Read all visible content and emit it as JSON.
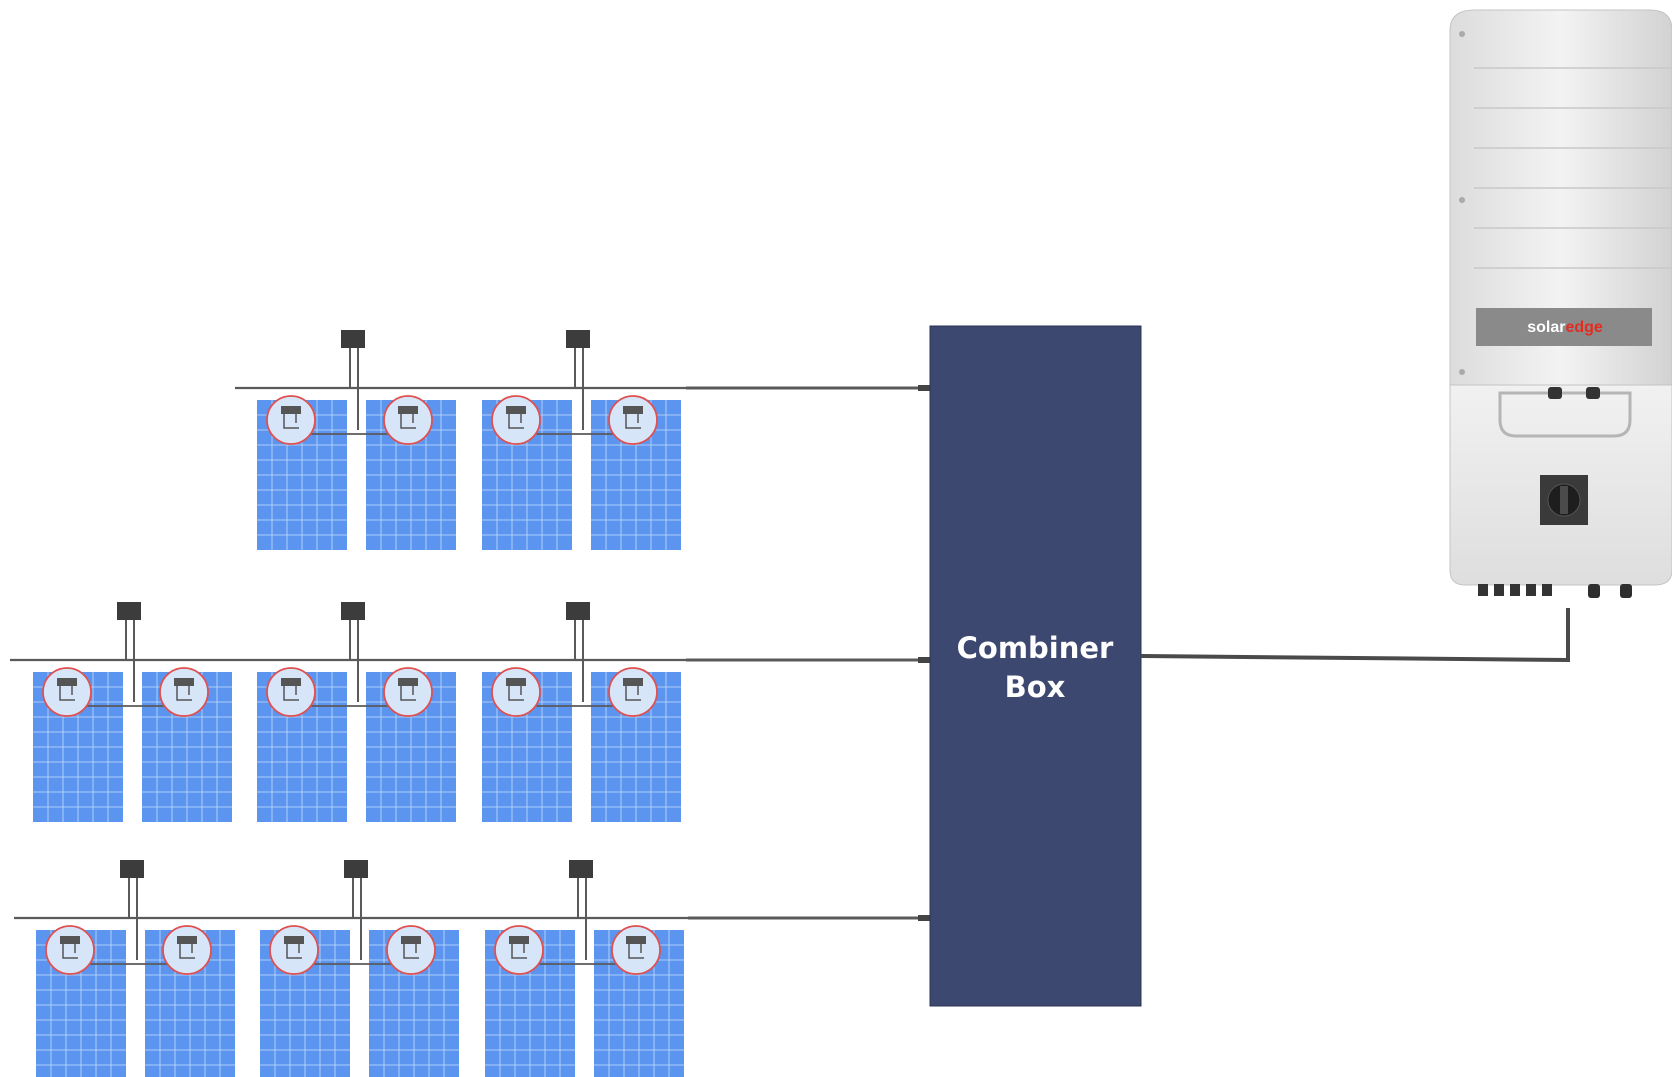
{
  "combiner_box": {
    "line1": "Combiner",
    "line2": "Box",
    "fill": "#3d4871"
  },
  "inverter": {
    "brand_part1": "solar",
    "brand_part2": "edge",
    "brand_accent": "#e32b20"
  },
  "colors": {
    "panel": "#5b95ef",
    "panel_grid": "#c9dcfb",
    "optimizer_ring": "#e05050",
    "optimizer_fill": "#d7e5f8",
    "cable": "#5a5a5a",
    "junction_box": "#3c3c3c"
  },
  "strings": [
    {
      "name": "string-top",
      "panel_pairs": 2
    },
    {
      "name": "string-middle",
      "panel_pairs": 3
    },
    {
      "name": "string-bottom",
      "panel_pairs": 3
    }
  ]
}
